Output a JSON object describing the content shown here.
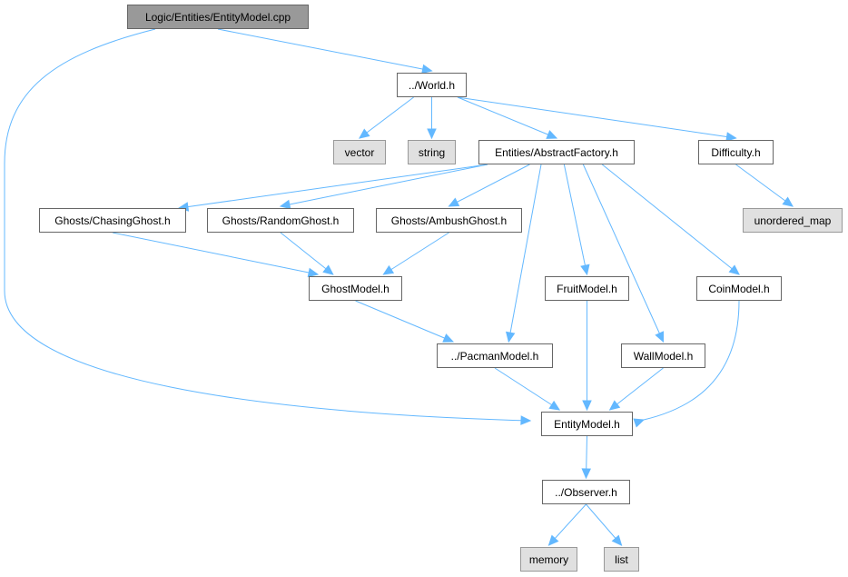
{
  "nodes": {
    "root": "Logic/Entities/EntityModel.cpp",
    "world": "../World.h",
    "vector": "vector",
    "string": "string",
    "factory": "Entities/AbstractFactory.h",
    "difficulty": "Difficulty.h",
    "umap": "unordered_map",
    "chasing": "Ghosts/ChasingGhost.h",
    "random": "Ghosts/RandomGhost.h",
    "ambush": "Ghosts/AmbushGhost.h",
    "ghost": "GhostModel.h",
    "fruit": "FruitModel.h",
    "coin": "CoinModel.h",
    "pacman": "../PacmanModel.h",
    "wall": "WallModel.h",
    "entity": "EntityModel.h",
    "observer": "../Observer.h",
    "memory": "memory",
    "list": "list"
  },
  "edges": [
    [
      "root",
      "world"
    ],
    [
      "root",
      "entity"
    ],
    [
      "world",
      "vector"
    ],
    [
      "world",
      "string"
    ],
    [
      "world",
      "factory"
    ],
    [
      "world",
      "difficulty"
    ],
    [
      "difficulty",
      "umap"
    ],
    [
      "factory",
      "chasing"
    ],
    [
      "factory",
      "random"
    ],
    [
      "factory",
      "ambush"
    ],
    [
      "factory",
      "pacman"
    ],
    [
      "factory",
      "fruit"
    ],
    [
      "factory",
      "wall"
    ],
    [
      "factory",
      "coin"
    ],
    [
      "chasing",
      "ghost"
    ],
    [
      "random",
      "ghost"
    ],
    [
      "ambush",
      "ghost"
    ],
    [
      "ghost",
      "pacman"
    ],
    [
      "pacman",
      "entity"
    ],
    [
      "fruit",
      "entity"
    ],
    [
      "wall",
      "entity"
    ],
    [
      "coin",
      "entity"
    ],
    [
      "entity",
      "observer"
    ],
    [
      "observer",
      "memory"
    ],
    [
      "observer",
      "list"
    ]
  ],
  "colors": {
    "edge": "#63b8ff",
    "root_fill": "#999999",
    "system_fill": "#e0e0e0"
  }
}
